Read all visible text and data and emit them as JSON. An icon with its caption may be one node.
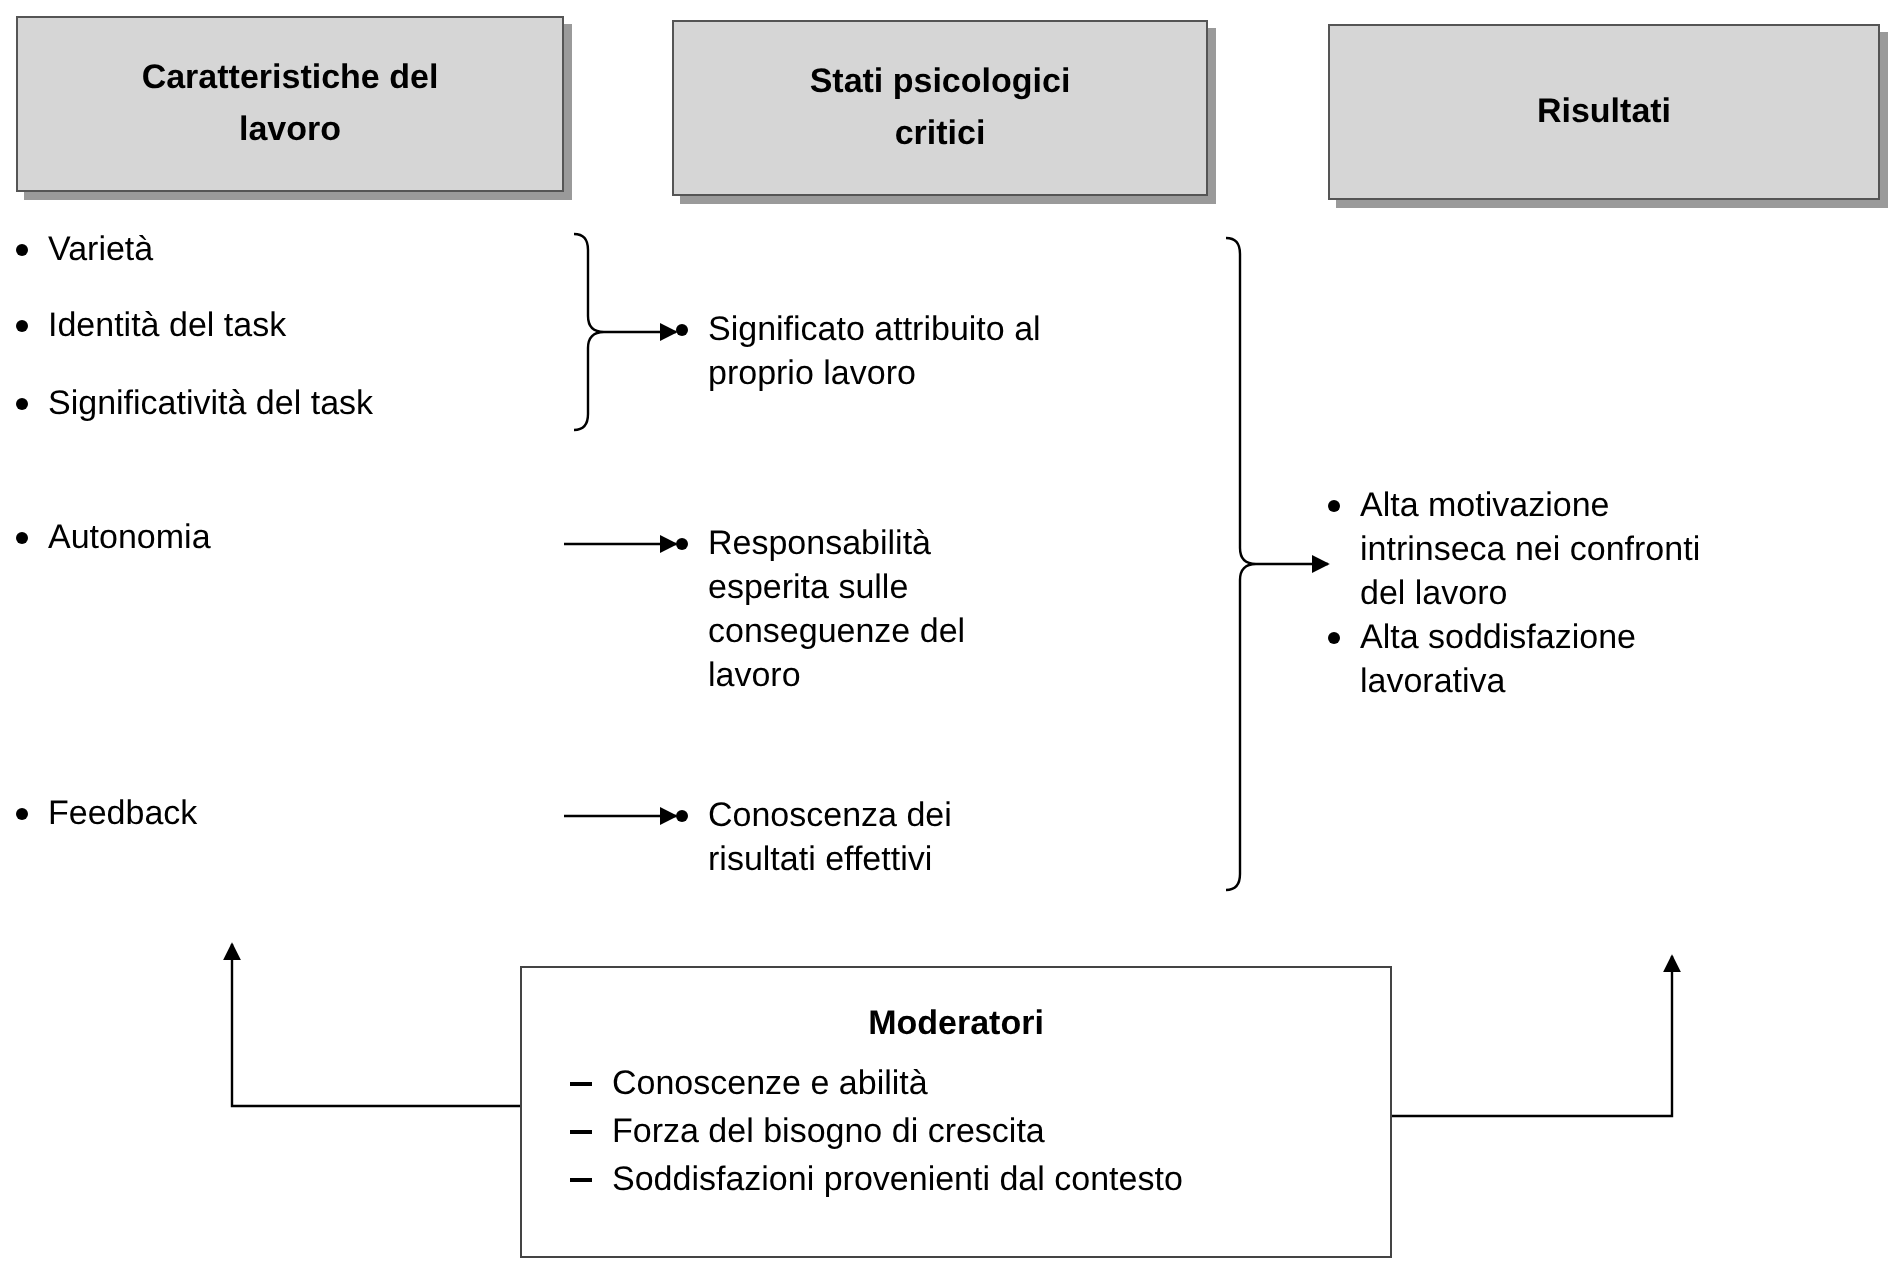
{
  "diagram": {
    "nodes": [
      {
        "text": [
          "Caratteristiche del lavoro"
        ]
      },
      {
        "text": [
          "Stati psicologici critici"
        ]
      },
      {
        "text": [
          "Risultati"
        ]
      },
      {
        "text": [
          "Varietà"
        ]
      },
      {
        "text": [
          "Identità del task"
        ]
      },
      {
        "text": [
          "Significatività del task"
        ]
      },
      {
        "text": [],
        "shape": "bracket"
      },
      {
        "text": [
          "Autonomia"
        ]
      },
      {
        "text": [
          "Feedback"
        ]
      },
      {
        "text": [
          "Significato attribuito al proprio lavoro"
        ]
      },
      {
        "text": [
          "Responsabilità esperita sulle conseguenze del lavoro"
        ]
      },
      {
        "text": [
          "Conoscenza dei risultati effettivi"
        ]
      },
      {
        "text": [],
        "shape": "bracket"
      },
      {
        "text": [
          "Alta motivazione intrinseca nei confronti del lavoro",
          "Alta soddisfazione lavorativa"
        ]
      },
      {
        "text": [
          "Moderatori",
          "Conoscenze e abilità",
          "Forza del bisogno di crescita",
          "Soddisfazioni provenienti dal contesto"
        ]
      }
    ],
    "edges": [
      {
        "from": 6,
        "to": 9,
        "arrow": "to"
      },
      {
        "from": null,
        "to": 10,
        "arrow": "to"
      },
      {
        "from": null,
        "to": 11,
        "arrow": "to"
      },
      {
        "from": 12,
        "to": 13,
        "arrow": "to"
      },
      {
        "from": 14,
        "to": null,
        "arrow": "to"
      },
      {
        "from": 14,
        "to": null,
        "arrow": "to"
      }
    ]
  }
}
